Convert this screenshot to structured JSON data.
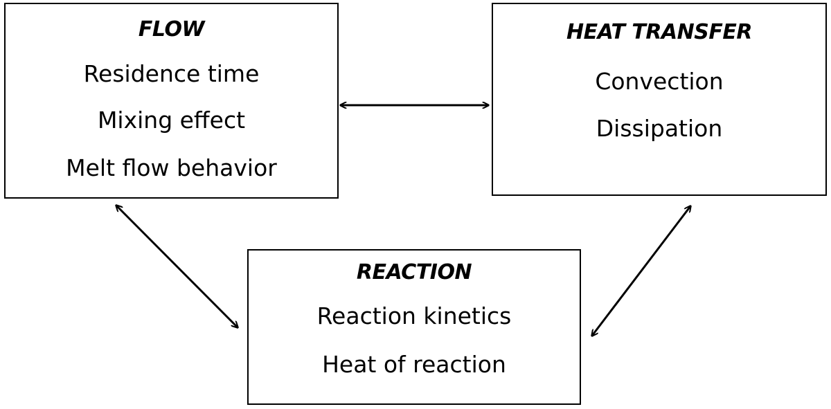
{
  "boxes": {
    "flow": {
      "title": "FLOW",
      "items": [
        "Residence time",
        "Mixing effect",
        "Melt flow behavior"
      ]
    },
    "heat_transfer": {
      "title": "HEAT TRANSFER",
      "items": [
        "Convection",
        "Dissipation"
      ]
    },
    "reaction": {
      "title": "REACTION",
      "items": [
        "Reaction kinetics",
        "Heat of reaction"
      ]
    }
  },
  "colors": {
    "stroke": "#000000",
    "background": "#ffffff"
  }
}
